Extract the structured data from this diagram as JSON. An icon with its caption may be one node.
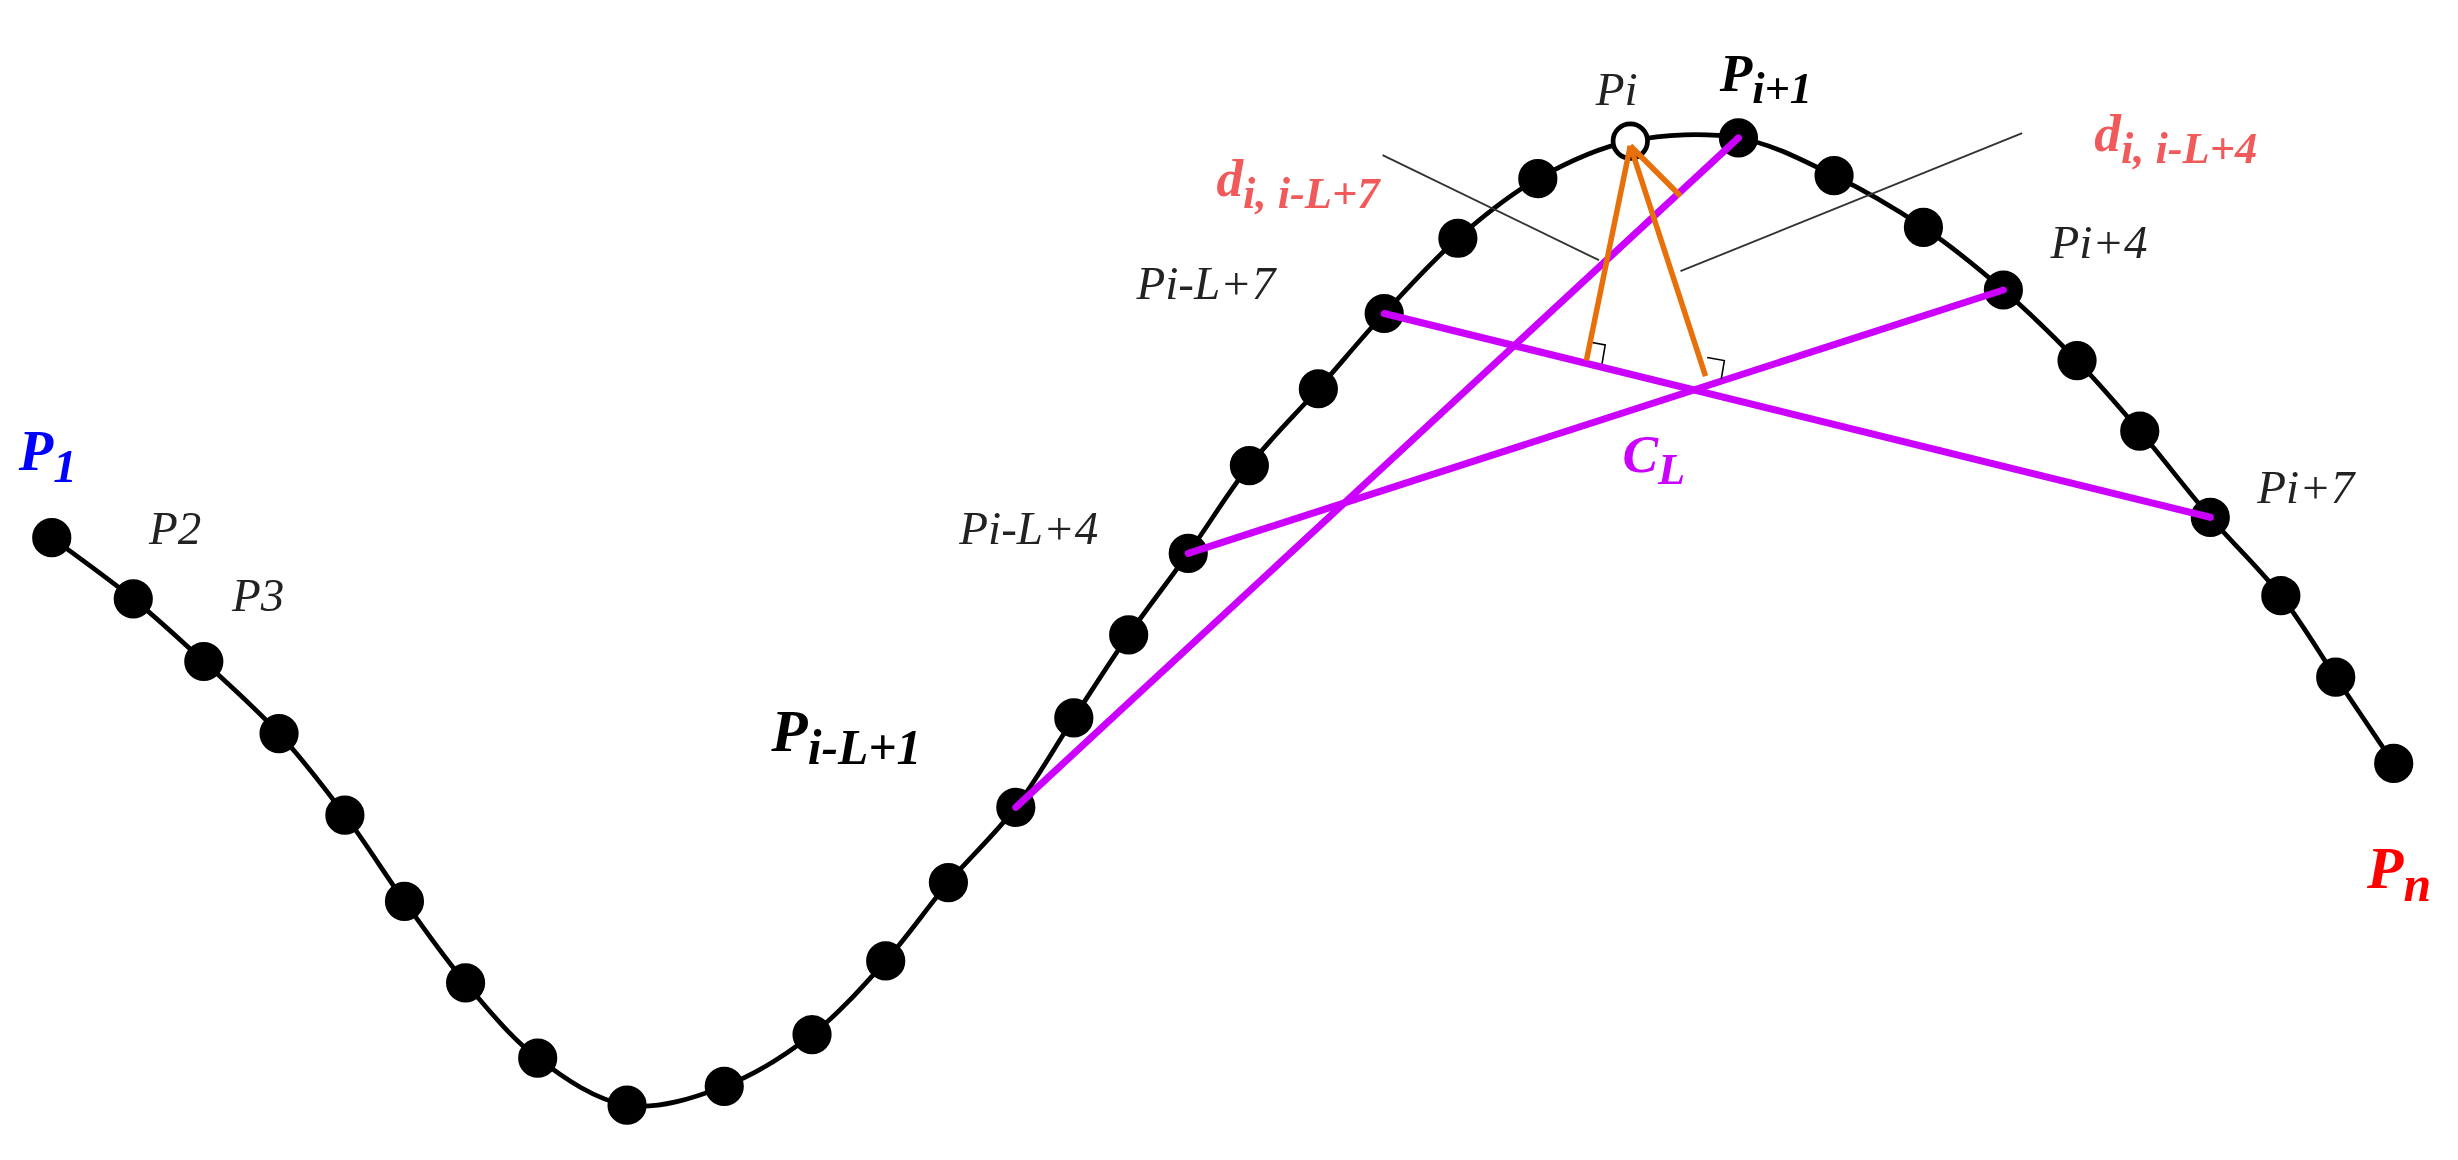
{
  "diagram": {
    "nodes": [
      {
        "text": [
          "d$_{i, i-L+7}$"
        ]
      },
      {
        "text": [
          "d$_{i, i-L+4}$"
        ]
      },
      {
        "text": [],
        "shape": "line"
      },
      {
        "text": [],
        "shape": "line"
      }
    ],
    "edges": [
      {
        "from": 0,
        "to": 2,
        "arrow": "none"
      },
      {
        "from": 1,
        "to": 3,
        "arrow": "none"
      }
    ],
    "labels": [
      "P$_{1}$",
      "P2",
      "P3",
      "P$_{i-L+1}$",
      "Pi-L+4",
      "Pi-L+7",
      "Pi",
      "P$_{i+1}$",
      "Pi+4",
      "C$_{L}$",
      "Pi+7",
      "P$_{n}$"
    ]
  }
}
